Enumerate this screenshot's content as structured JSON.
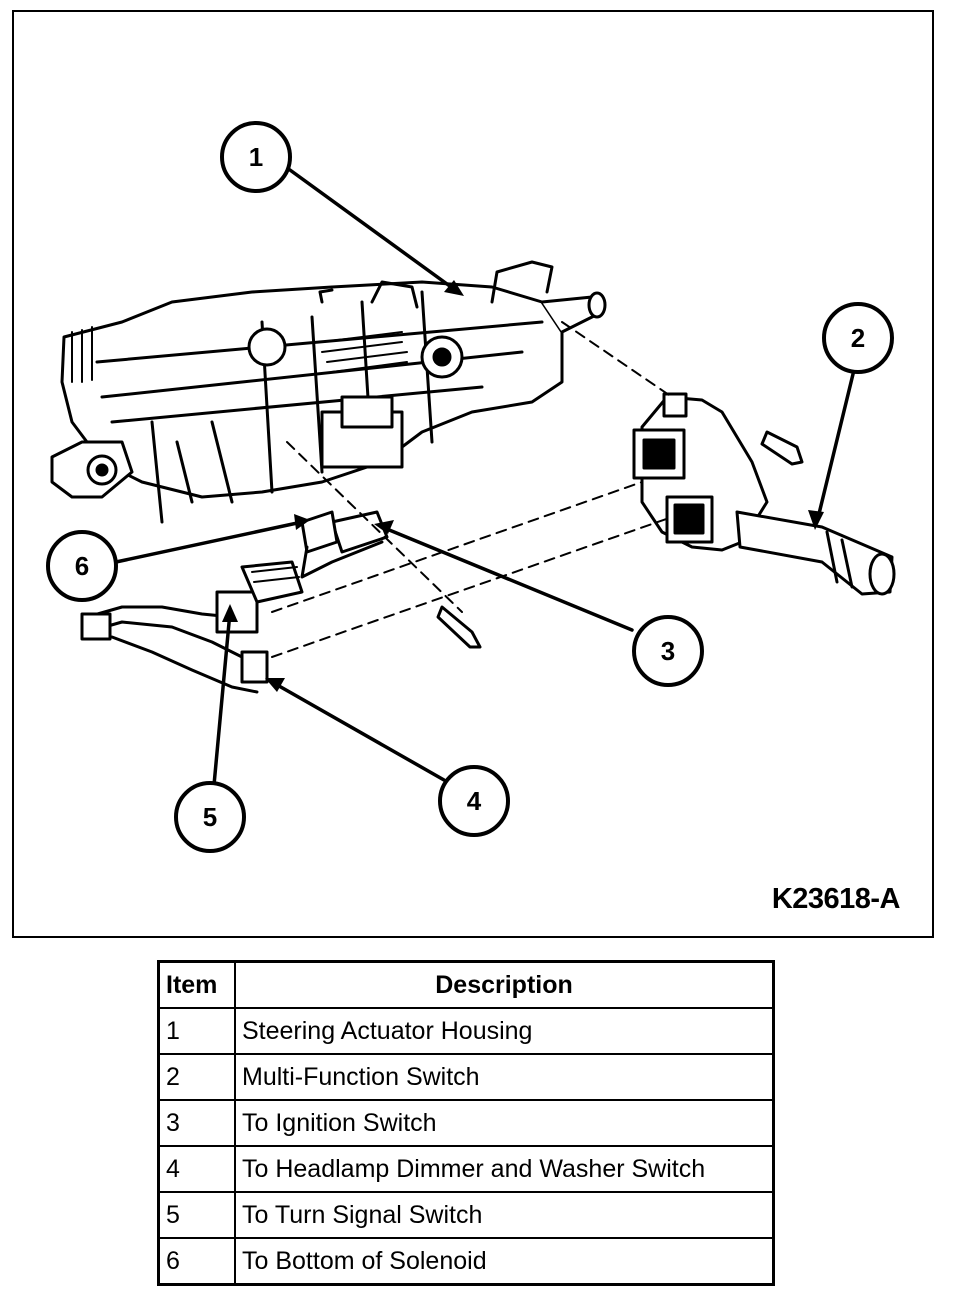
{
  "figure": {
    "id_label": "K23618-A",
    "callouts": [
      "1",
      "2",
      "3",
      "4",
      "5",
      "6"
    ]
  },
  "legend": {
    "headers": {
      "item": "Item",
      "description": "Description"
    },
    "rows": [
      {
        "item": "1",
        "description": "Steering Actuator Housing"
      },
      {
        "item": "2",
        "description": "Multi-Function Switch"
      },
      {
        "item": "3",
        "description": "To Ignition Switch"
      },
      {
        "item": "4",
        "description": "To Headlamp Dimmer and Washer Switch"
      },
      {
        "item": "5",
        "description": "To Turn Signal Switch"
      },
      {
        "item": "6",
        "description": "To Bottom of Solenoid"
      }
    ]
  }
}
